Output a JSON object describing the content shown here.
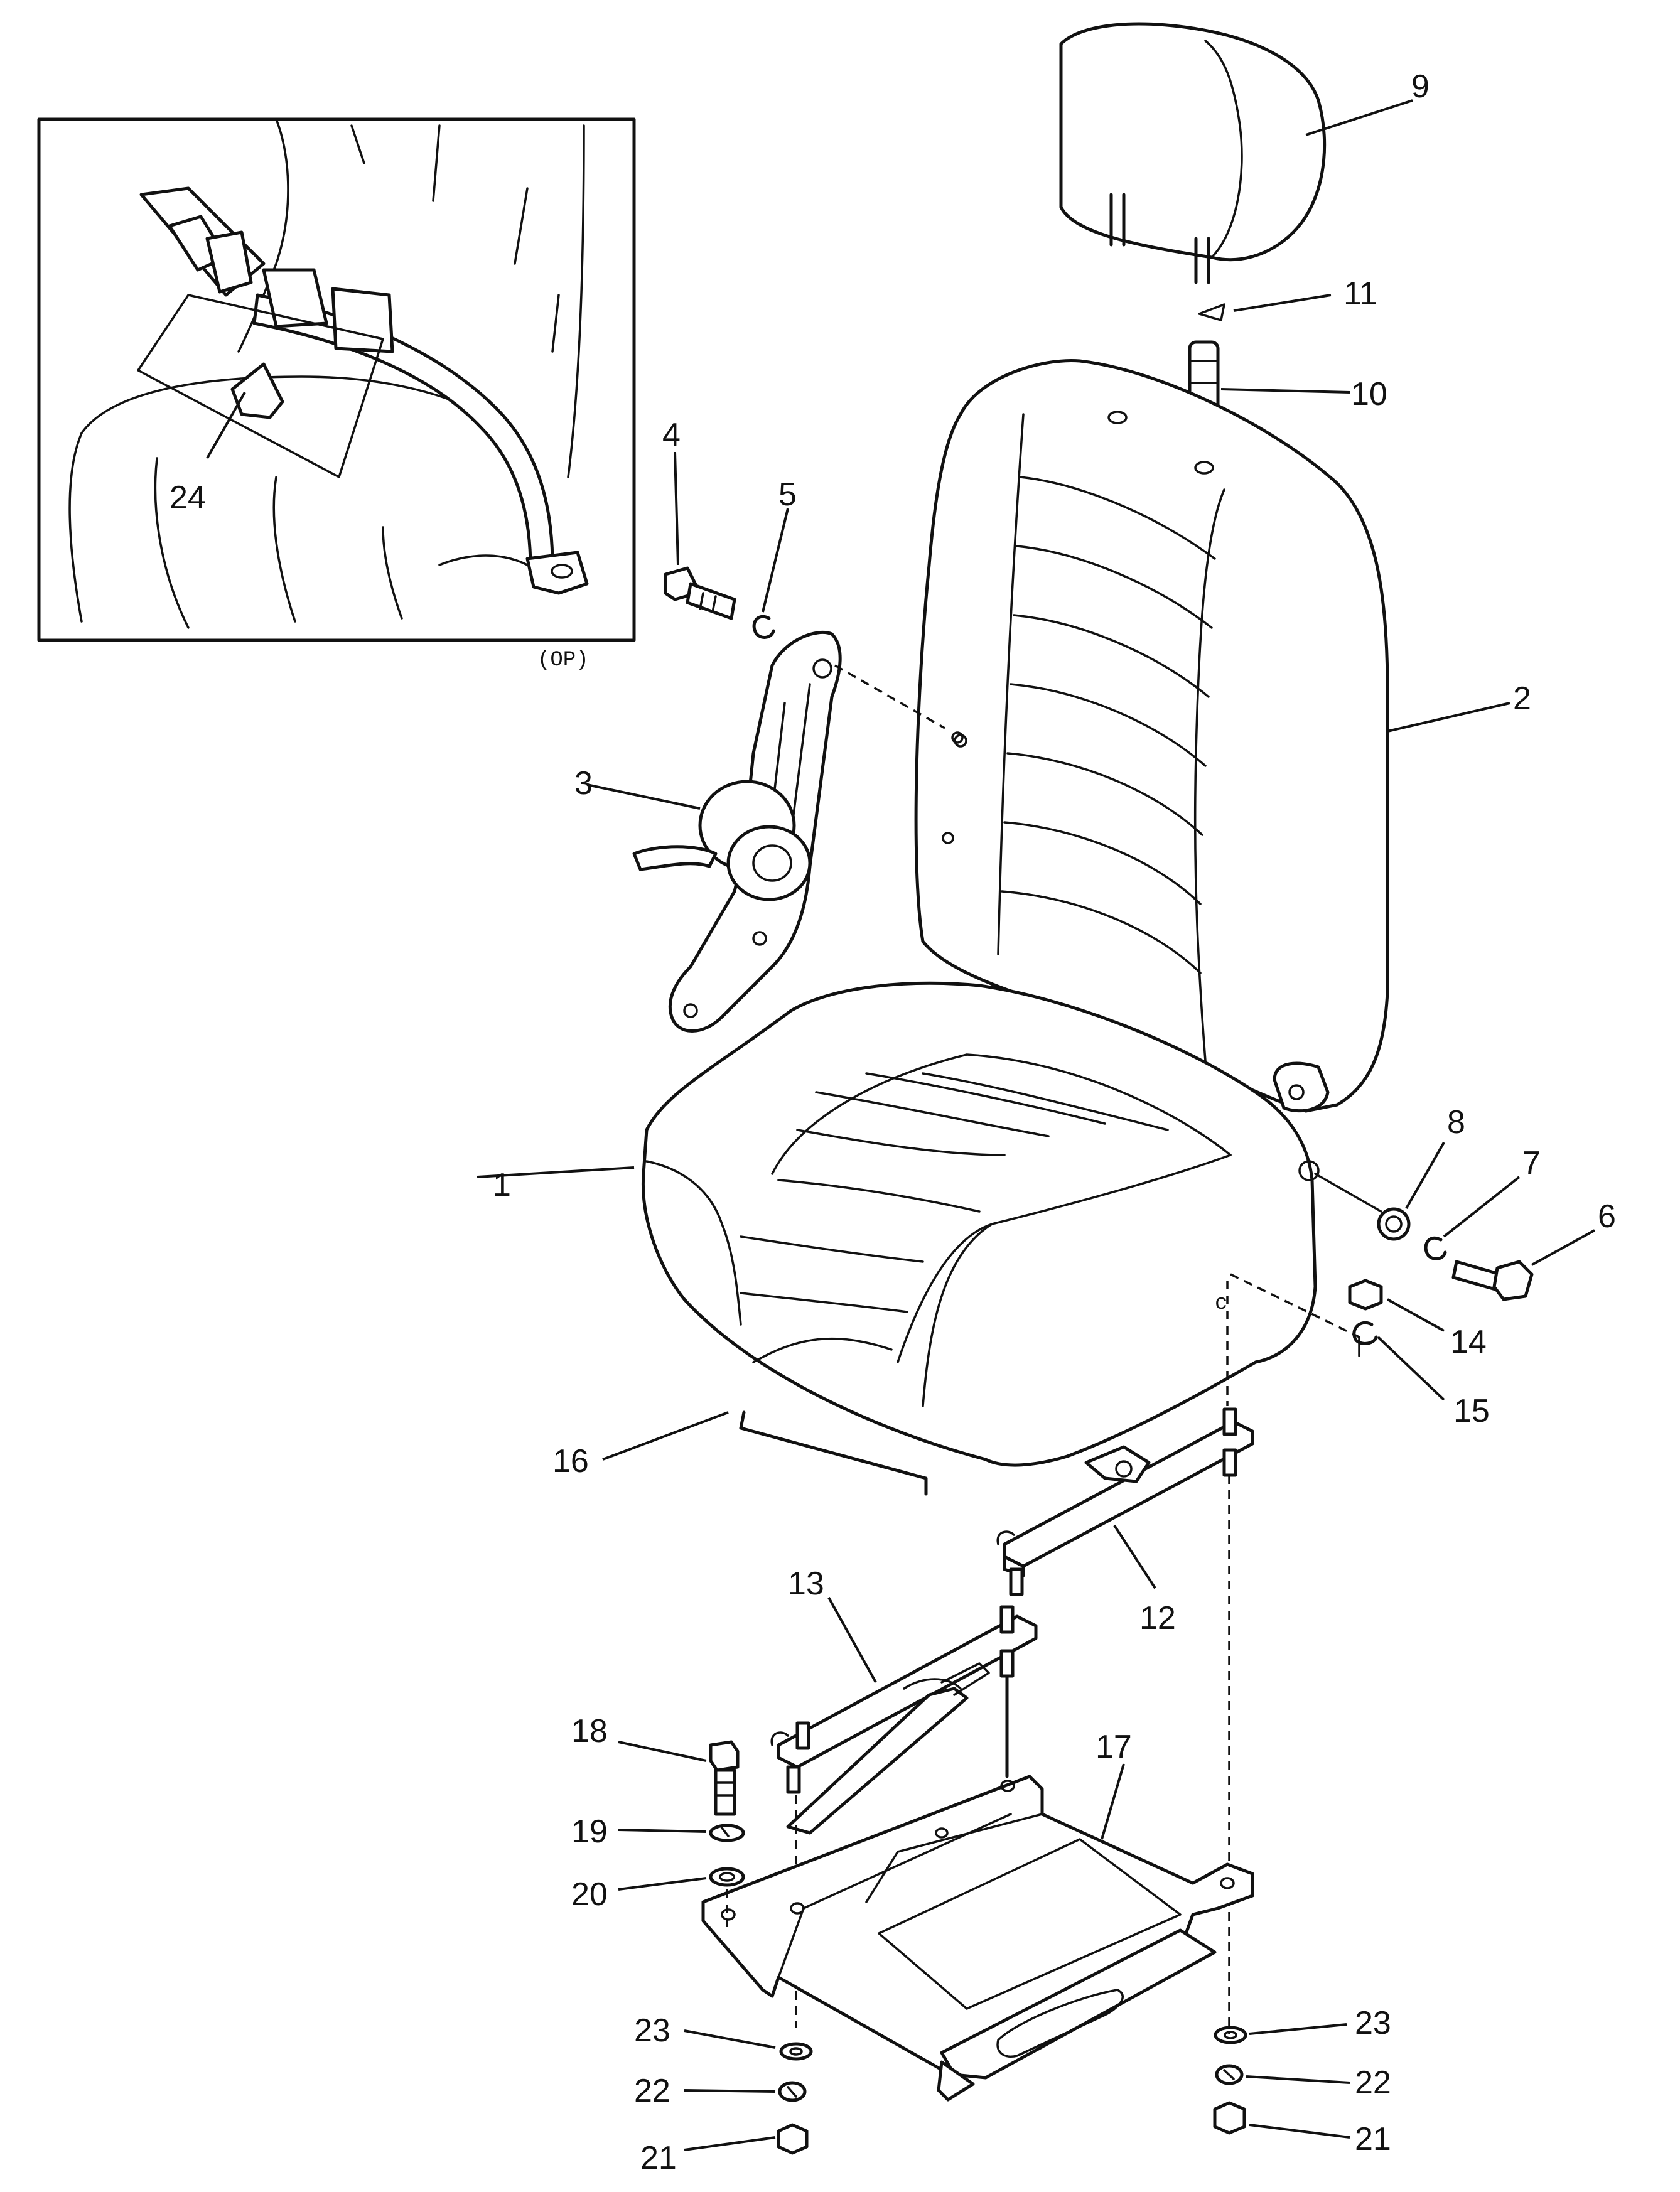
{
  "diagram": {
    "inset_tag": "(OP)",
    "callouts": {
      "c1": "1",
      "c2": "2",
      "c3": "3",
      "c4": "4",
      "c5": "5",
      "c6": "6",
      "c7": "7",
      "c8": "8",
      "c9": "9",
      "c10": "10",
      "c11": "11",
      "c12": "12",
      "c13": "13",
      "c14": "14",
      "c15": "15",
      "c16": "16",
      "c17": "17",
      "c18": "18",
      "c19": "19",
      "c20": "20",
      "c21a": "21",
      "c21b": "21",
      "c22a": "22",
      "c22b": "22",
      "c23a": "23",
      "c23b": "23",
      "c24": "24"
    }
  }
}
